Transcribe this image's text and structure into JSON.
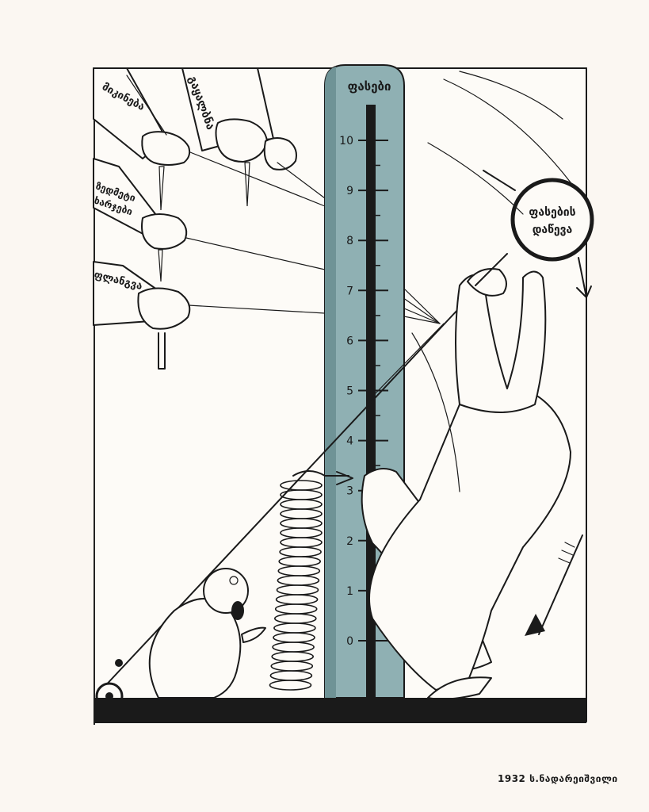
{
  "illustration": {
    "thermometer_label": "ფასები",
    "scale_ticks": [
      "0",
      "1",
      "2",
      "3",
      "4",
      "5",
      "6",
      "7",
      "8",
      "9",
      "10"
    ],
    "circle_sign": {
      "line1": "ფასების",
      "line2": "დაწევა"
    },
    "hand_labels": [
      {
        "id": "left-top",
        "text": "მიკინება"
      },
      {
        "id": "top-center",
        "text": "გაყალბნა"
      },
      {
        "id": "middle-line1",
        "text": "ზედმეტი"
      },
      {
        "id": "middle-line2",
        "text": "ხარჯები"
      },
      {
        "id": "bottom",
        "text": "ფლანგვა"
      }
    ],
    "colors": {
      "thermometer": "#8fb0b3",
      "column": "#1a1a1a",
      "ink": "#1a1a1a",
      "paper": "#fdfbf7"
    }
  },
  "caption": "1932 ს.ნადარეიშვილი"
}
